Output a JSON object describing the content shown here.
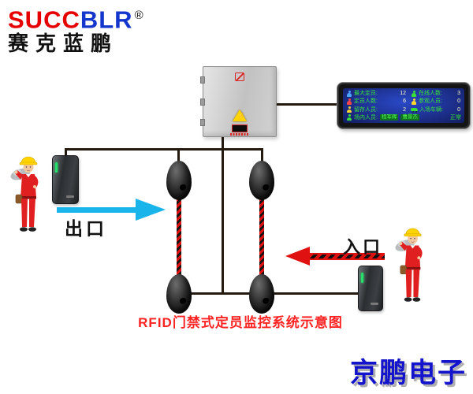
{
  "logo": {
    "brand_red": "SUCC",
    "brand_blue": "BLR",
    "registered": "®",
    "company_cn": "赛克蓝鹏"
  },
  "display_panel": {
    "rows": [
      {
        "left": {
          "icon": "person",
          "color": "blue",
          "label": "最大定员:",
          "value": "12"
        },
        "right": {
          "icon": "person",
          "color": "green",
          "label": "在线人数:",
          "value": "3"
        }
      },
      {
        "left": {
          "icon": "person",
          "color": "red",
          "label": "定员人数:",
          "value": "6"
        },
        "right": {
          "icon": "person",
          "color": "yellow",
          "label": "参观人员:",
          "value": "0"
        }
      },
      {
        "left": {
          "icon": "person",
          "color": "yellow",
          "label": "留存人员:",
          "value": "2"
        },
        "right": {
          "icon": "car",
          "color": "green",
          "label": "入场车辆:",
          "value": "0"
        }
      }
    ],
    "footer": {
      "icon": "person",
      "color": "green",
      "label": "场内人员:",
      "names": [
        "程军辉",
        "曹景杰"
      ],
      "status": "正常"
    }
  },
  "flow": {
    "exit_label": "出口",
    "entrance_label": "入口"
  },
  "caption": "RFID门禁式定员监控系统示意图",
  "watermark": "京鹏电子",
  "colors": {
    "brand_red": "#e60000",
    "brand_blue": "#1536cc",
    "exit_arrow": "#18b4ea",
    "entrance_arrow": "#e01111",
    "caption": "#ff2222",
    "watermark": "#1414cc",
    "screen_label_green": "#39e539",
    "screen_value": "#ffffc8"
  }
}
